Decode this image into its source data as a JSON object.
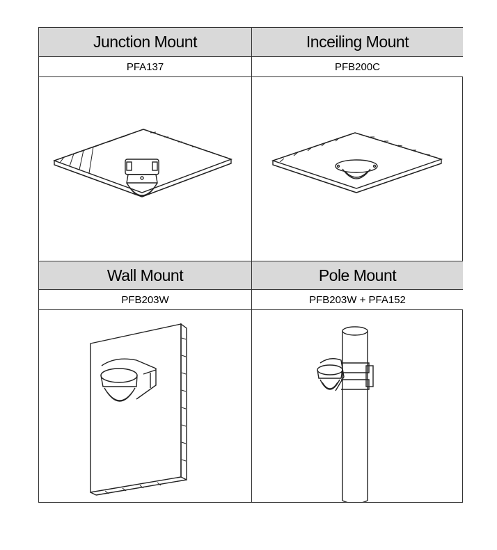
{
  "mounts": [
    {
      "title": "Junction Mount",
      "model": "PFA137",
      "illustration": "ceiling-junction-dome-icon"
    },
    {
      "title": "Inceiling Mount",
      "model": "PFB200C",
      "illustration": "ceiling-flush-dome-icon"
    },
    {
      "title": "Wall Mount",
      "model": "PFB203W",
      "illustration": "wall-bracket-dome-icon"
    },
    {
      "title": "Pole Mount",
      "model": "PFB203W + PFA152",
      "illustration": "pole-bracket-dome-icon"
    }
  ]
}
